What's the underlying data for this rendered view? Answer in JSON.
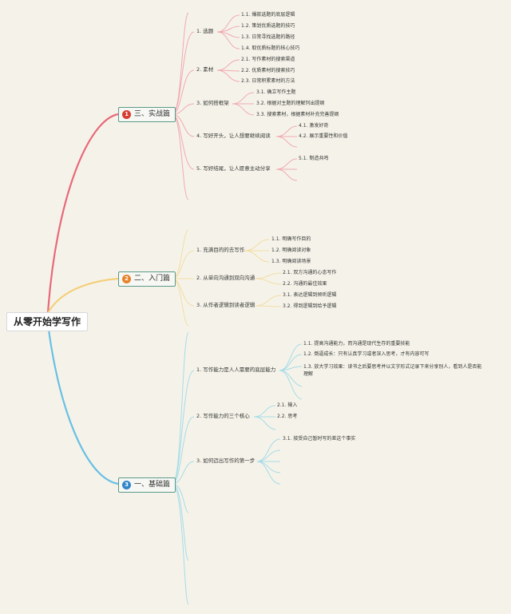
{
  "root": "从零开始学写作",
  "parts": [
    {
      "num": "1",
      "color": "#d93c30",
      "label": "三、实战篇",
      "sections": [
        {
          "label": "1. 选题",
          "items": [
            "1.1. 爆款选题的底层逻辑",
            "1.2. 策划优质选题的技巧",
            "1.3. 日常寻找选题的路径",
            "1.4. 取优质标题的核心技巧"
          ]
        },
        {
          "label": "2. 素材",
          "items": [
            "2.1. 写作素材的搜索渠道",
            "2.2. 优质素材的搜索技巧",
            "2.3. 日常积累素材的方法"
          ]
        },
        {
          "label": "3. 如何搭框架",
          "items": [
            "3.1. 确立写作主题",
            "3.2. 根据对主题的理解列出提纲",
            "3.3. 搜索素材，根据素材补充完善提纲"
          ]
        },
        {
          "label": "4. 写好开头，让人想要继续阅读",
          "items": [
            "4.1. 激发好奇",
            "4.2. 展示重要性和价值"
          ]
        },
        {
          "label": "5. 写好结尾，让人愿意主动分享",
          "items": [
            "5.1. 制造共鸣"
          ]
        }
      ]
    },
    {
      "num": "2",
      "color": "#e8822a",
      "label": "二、入门篇",
      "sections": [
        {
          "label": "1. 充满目的的去写作",
          "items": [
            "1.1. 明确写作目的",
            "1.2. 明确阅读对象",
            "1.3. 明确阅读场景"
          ]
        },
        {
          "label": "2. 从单向沟通到双向沟通",
          "items": [
            "2.1. 双方沟通的心态写作",
            "2.2. 沟通的最佳效果"
          ]
        },
        {
          "label": "3. 从作者逻辑到读者逻辑",
          "items": [
            "3.1. 表达逻辑到倾听逻辑",
            "3.2. 得到逻辑到给予逻辑"
          ]
        }
      ]
    },
    {
      "num": "3",
      "color": "#2f86c9",
      "label": "一、基础篇",
      "sections": [
        {
          "label": "1. 写作能力是人人需要的底层能力",
          "items": [
            "1.1. 提高沟通能力，而沟通是现代生存的重要技能",
            "1.2. 倒逼成长：只有认真学习或者深入思考，才有内容可写",
            "1.3. 放大学习效果：读书之后要思考并以文字形式记录下来分享别人，看到人是否能理解"
          ]
        },
        {
          "label": "2. 写作能力的三个核心",
          "items": [
            "2.1. 输入",
            "2.2. 思考"
          ]
        },
        {
          "label": "3. 如何迈出写作的第一步",
          "items": [
            "3.1. 接受自己暂时写的差这个事实"
          ]
        }
      ]
    }
  ],
  "colors": {
    "branch_part1": "#e8697a",
    "branch_part2": "#f4cf7c",
    "branch_part3": "#69c0e4",
    "sub_part1": "#f0a9b3",
    "sub_part2": "#f2dca4",
    "sub_part3": "#a6dbe8"
  }
}
